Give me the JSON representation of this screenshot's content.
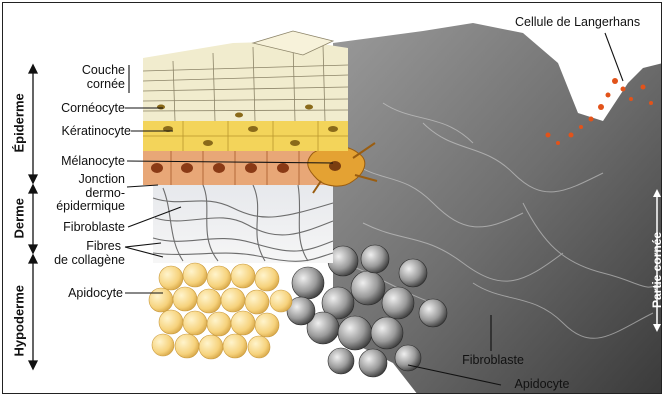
{
  "layers": {
    "epiderme": "Épiderme",
    "derme": "Derme",
    "hypoderme": "Hypoderme"
  },
  "labels": {
    "couche_cornee_1": "Couche",
    "couche_cornee_2": "cornée",
    "corneocyte": "Cornéocyte",
    "keratinocyte": "Kératinocyte",
    "melanocyte": "Mélanocyte",
    "jonction_1": "Jonction",
    "jonction_2": "dermo-",
    "jonction_3": "épidermique",
    "fibroblaste_left": "Fibroblaste",
    "fibres_1": "Fibres",
    "fibres_2": "de collagène",
    "apidocyte_left": "Apidocyte",
    "langerhans": "Cellule de Langerhans",
    "partie_cornee": "Partie cornée",
    "fibroblaste_bottom": "Fibroblaste",
    "apidocyte_bottom": "Apidocyte"
  },
  "colors": {
    "corneum": "#f1ecce",
    "keratin": "#f3d45a",
    "basal": "#e8a777",
    "melanocyte": "#e4a233",
    "fat": "#f8d98a",
    "sem_dark": "#2e2e2e",
    "sem_light": "#bdbdbd"
  }
}
